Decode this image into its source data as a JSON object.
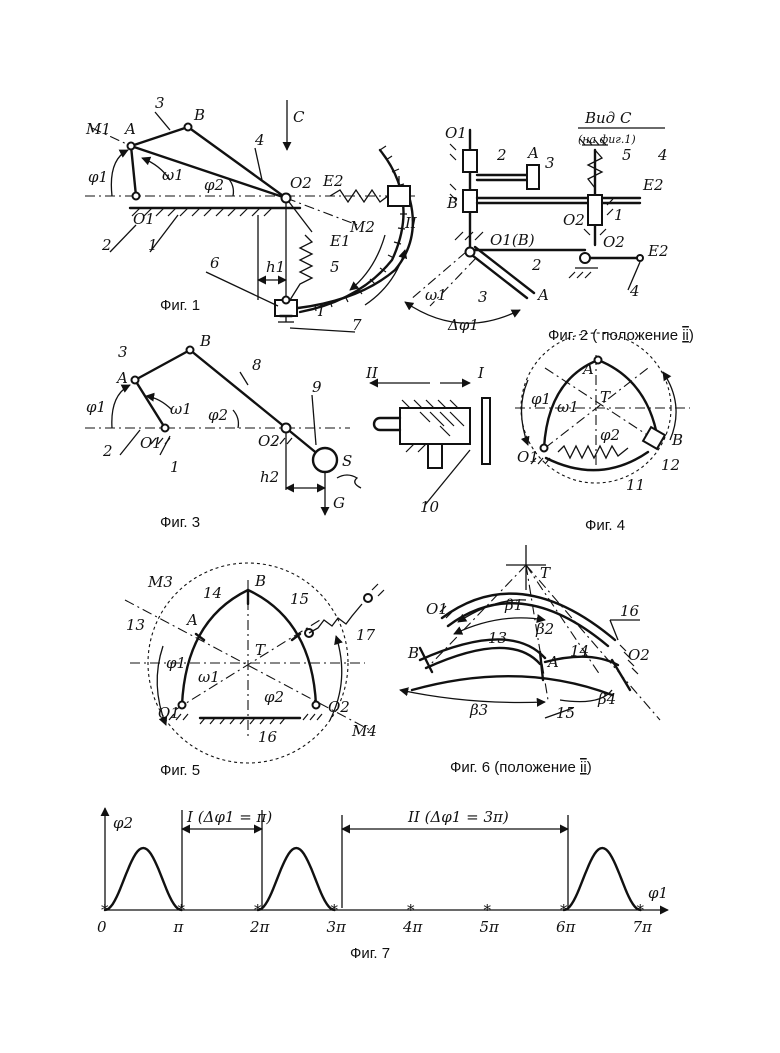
{
  "captions": {
    "fig1": "Фиг. 1",
    "fig2": "Фиг. 2 ( положение ",
    "fig2_pos": "ii",
    "fig2_end": ")",
    "fig3": "Фиг. 3",
    "fig4": "Фиг. 4",
    "fig5": "Фиг. 5",
    "fig6": "Фиг. 6 (положение ",
    "fig6_pos": "ii",
    "fig6_end": ")",
    "fig7": "Фиг. 7"
  },
  "fig1": {
    "labels": [
      "M1",
      "A",
      "B",
      "3",
      "C",
      "4",
      "O2",
      "E2",
      "M2",
      "E1",
      "φ1",
      "ω1",
      "φ2",
      "O1",
      "2",
      "1",
      "II",
      "h1",
      "5",
      "6",
      "I",
      "7"
    ]
  },
  "fig2": {
    "view_title": "Вид С",
    "view_sub": "(на фиг.1)",
    "labels": [
      "O1",
      "2",
      "A",
      "3",
      "5",
      "4",
      "E2",
      "B",
      "O2",
      "1",
      "O1(B)",
      "O2",
      "E2",
      "2",
      "ω1",
      "Δφ1",
      "3",
      "A",
      "4"
    ]
  },
  "fig3": {
    "labels": [
      "3",
      "A",
      "B",
      "8",
      "9",
      "φ1",
      "ω1",
      "φ2",
      "O1",
      "2",
      "O2",
      "1",
      "S",
      "h2",
      "G",
      "II",
      "I",
      "10"
    ]
  },
  "fig4": {
    "labels": [
      "A",
      "φ1",
      "ω1",
      "T",
      "φ2",
      "B",
      "O1",
      "12",
      "11"
    ]
  },
  "fig5": {
    "labels": [
      "M3",
      "B",
      "14",
      "15",
      "A",
      "13",
      "T",
      "17",
      "φ1",
      "ω1",
      "φ2",
      "O1",
      "O2",
      "16",
      "M4"
    ]
  },
  "fig6": {
    "labels": [
      "T",
      "O1",
      "β1",
      "β2",
      "13",
      "B",
      "A",
      "14",
      "16",
      "O2",
      "β3",
      "15",
      "β4"
    ]
  },
  "fig7": {
    "y_axis": "φ2",
    "x_axis": "φ1",
    "ticks": [
      "0",
      "π",
      "2π",
      "3π",
      "4π",
      "5π",
      "6π",
      "7π"
    ],
    "interval_I": "I (Δφ1 = π)",
    "interval_II": "II (Δφ1 = 3π)"
  }
}
